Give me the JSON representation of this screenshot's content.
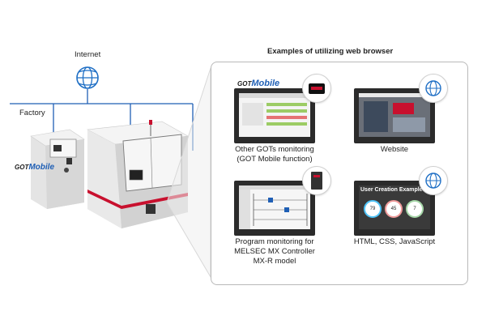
{
  "internet_label": "Internet",
  "factory_label": "Factory",
  "panel_title": "Examples of utilizing web browser",
  "logo": {
    "got": "GOT",
    "mobile": "Mobile"
  },
  "examples": {
    "got_monitoring": {
      "line1": "Other GOTs monitoring",
      "line2": "(GOT Mobile function)"
    },
    "website": {
      "label": "Website"
    },
    "program_monitoring": {
      "line1": "Program monitoring for",
      "line2": "MELSEC MX Controller",
      "line3": "MX-R model"
    },
    "html": {
      "label": "HTML, CSS, JavaScript"
    }
  },
  "user_creation": {
    "title": "User Creation Example",
    "values": [
      "79",
      "45",
      "7"
    ]
  },
  "colors": {
    "network": "#1f5fb5",
    "accent_red": "#c8102e",
    "globe": "#1f6fc5"
  }
}
